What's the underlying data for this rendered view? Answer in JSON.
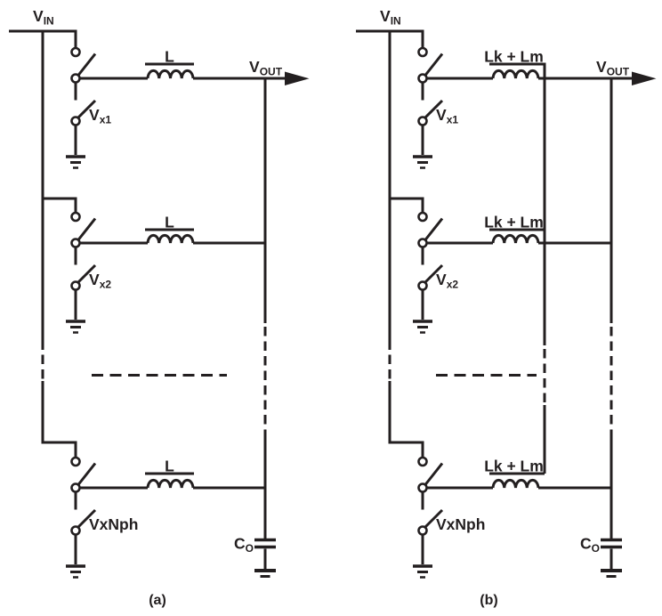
{
  "figure": {
    "type": "circuit-schematic",
    "description": "N-phase buck converter power stage: (a) discrete inductors, (b) coupled inductors",
    "ink_color": "#231f20",
    "background_color": "#ffffff",
    "panels": [
      {
        "caption": "(a)",
        "input_label": {
          "main": "V",
          "sub": "IN"
        },
        "output_label": {
          "main": "V",
          "sub": "OUT"
        },
        "capacitor_label": {
          "main": "C",
          "sub": "O"
        },
        "phases": [
          {
            "inductor_label": "L",
            "switch_node_label": {
              "main": "V",
              "sub": "x1"
            }
          },
          {
            "inductor_label": "L",
            "switch_node_label": {
              "main": "V",
              "sub": "x2"
            }
          },
          {
            "inductor_label": "L",
            "switch_node_label": {
              "main": "VxNph",
              "sub": ""
            }
          }
        ]
      },
      {
        "caption": "(b)",
        "input_label": {
          "main": "V",
          "sub": "IN"
        },
        "output_label": {
          "main": "V",
          "sub": "OUT"
        },
        "capacitor_label": {
          "main": "C",
          "sub": "O"
        },
        "phases": [
          {
            "inductor_label": "Lk + Lm",
            "switch_node_label": {
              "main": "V",
              "sub": "x1"
            }
          },
          {
            "inductor_label": "Lk + Lm",
            "switch_node_label": {
              "main": "V",
              "sub": "x2"
            }
          },
          {
            "inductor_label": "Lk + Lm",
            "switch_node_label": {
              "main": "VxNph",
              "sub": ""
            }
          }
        ]
      }
    ]
  }
}
